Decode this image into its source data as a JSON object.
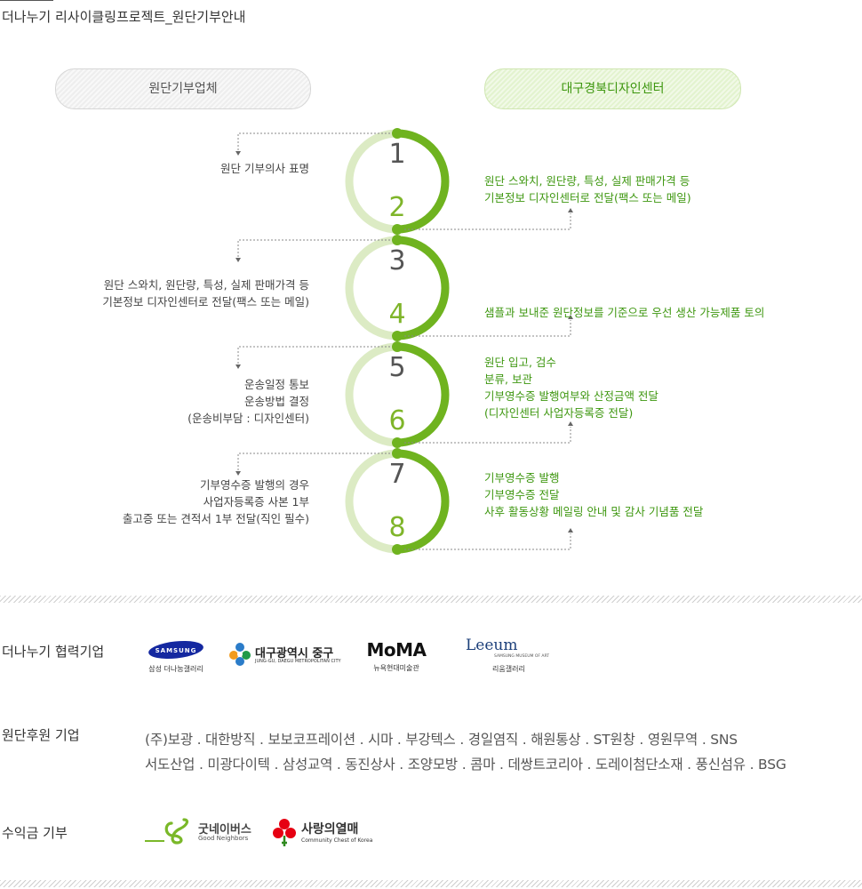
{
  "page_title": "더나누기 리사이클링프로젝트_원단기부안내",
  "columns": {
    "left": "원단기부업체",
    "right": "대구경북디자인센터"
  },
  "steps": [
    {
      "number": "1"
    },
    {
      "number": "2"
    },
    {
      "number": "3"
    },
    {
      "number": "4"
    },
    {
      "number": "5"
    },
    {
      "number": "6"
    },
    {
      "number": "7"
    },
    {
      "number": "8"
    }
  ],
  "left_notes": [
    {
      "lines": [
        "원단 기부의사 표명"
      ]
    },
    {
      "lines": [
        "원단 스와치, 원단량, 특성, 실제 판매가격 등",
        "기본정보 디자인센터로 전달(팩스 또는 메일)"
      ]
    },
    {
      "lines": [
        "운송일정 통보",
        "운송방법 결정",
        "(운송비부담 : 디자인센터)"
      ]
    },
    {
      "lines": [
        "기부영수증 발행의 경우",
        "사업자등록증 사본 1부",
        "출고증 또는 견적서 1부 전달(직인 필수)"
      ]
    }
  ],
  "right_notes": [
    {
      "lines": [
        "원단 스와치, 원단량, 특성, 실제 판매가격 등",
        "기본정보 디자인센터로 전달(팩스 또는 메일)"
      ]
    },
    {
      "lines": [
        "샘플과 보내준 원단정보를 기준으로 우선 생산 가능제품 토의"
      ]
    },
    {
      "lines": [
        "원단 입고, 검수",
        "분류, 보관",
        "기부영수증 발행여부와 산정금액 전달",
        "(디자인센터 사업자등록증 전달)"
      ]
    },
    {
      "lines": [
        "기부영수증 발행",
        "기부영수증 전달",
        "사후 활동상황 메일링 안내 및 감사 기념품 전달"
      ]
    }
  ],
  "partners": {
    "label": "더나누기 협력기업",
    "logos": [
      {
        "name": "SAMSUNG",
        "caption": "삼성 더나눔갤러리"
      },
      {
        "name": "대구광역시 중구",
        "caption": "JUNG-GU, DAEGU METROPOLITAN CITY"
      },
      {
        "name": "MoMA",
        "caption": "뉴욕현대미술관"
      },
      {
        "name": "Leeum",
        "subcaption": "SAMSUNG MUSEUM OF ART",
        "caption": "리움갤러리"
      }
    ]
  },
  "sponsors": {
    "label": "원단후원 기업",
    "lines": [
      "(주)보광 . 대한방직 . 보보코프레이션 . 시마 . 부강텍스 . 경일염직 . 해원통상 . ST원창 . 영원무역 . SNS",
      "서도산업 . 미광다이텍 . 삼성교역 . 동진상사 . 조양모방 . 콤마 . 데쌍트코리아 . 도레이첨단소재 . 풍신섬유 . BSG"
    ]
  },
  "donation": {
    "label": "수익금 기부",
    "logos": [
      {
        "name": "굿네이버스",
        "caption": "Good Neighbors"
      },
      {
        "name": "사랑의열매",
        "caption": "Community Chest of Korea"
      }
    ]
  },
  "colors": {
    "green_dark": "#6fb31f",
    "green_light": "#dcebc4",
    "text_green": "#3e9710",
    "samsung_blue": "#1428a0",
    "red": "#e60012"
  }
}
